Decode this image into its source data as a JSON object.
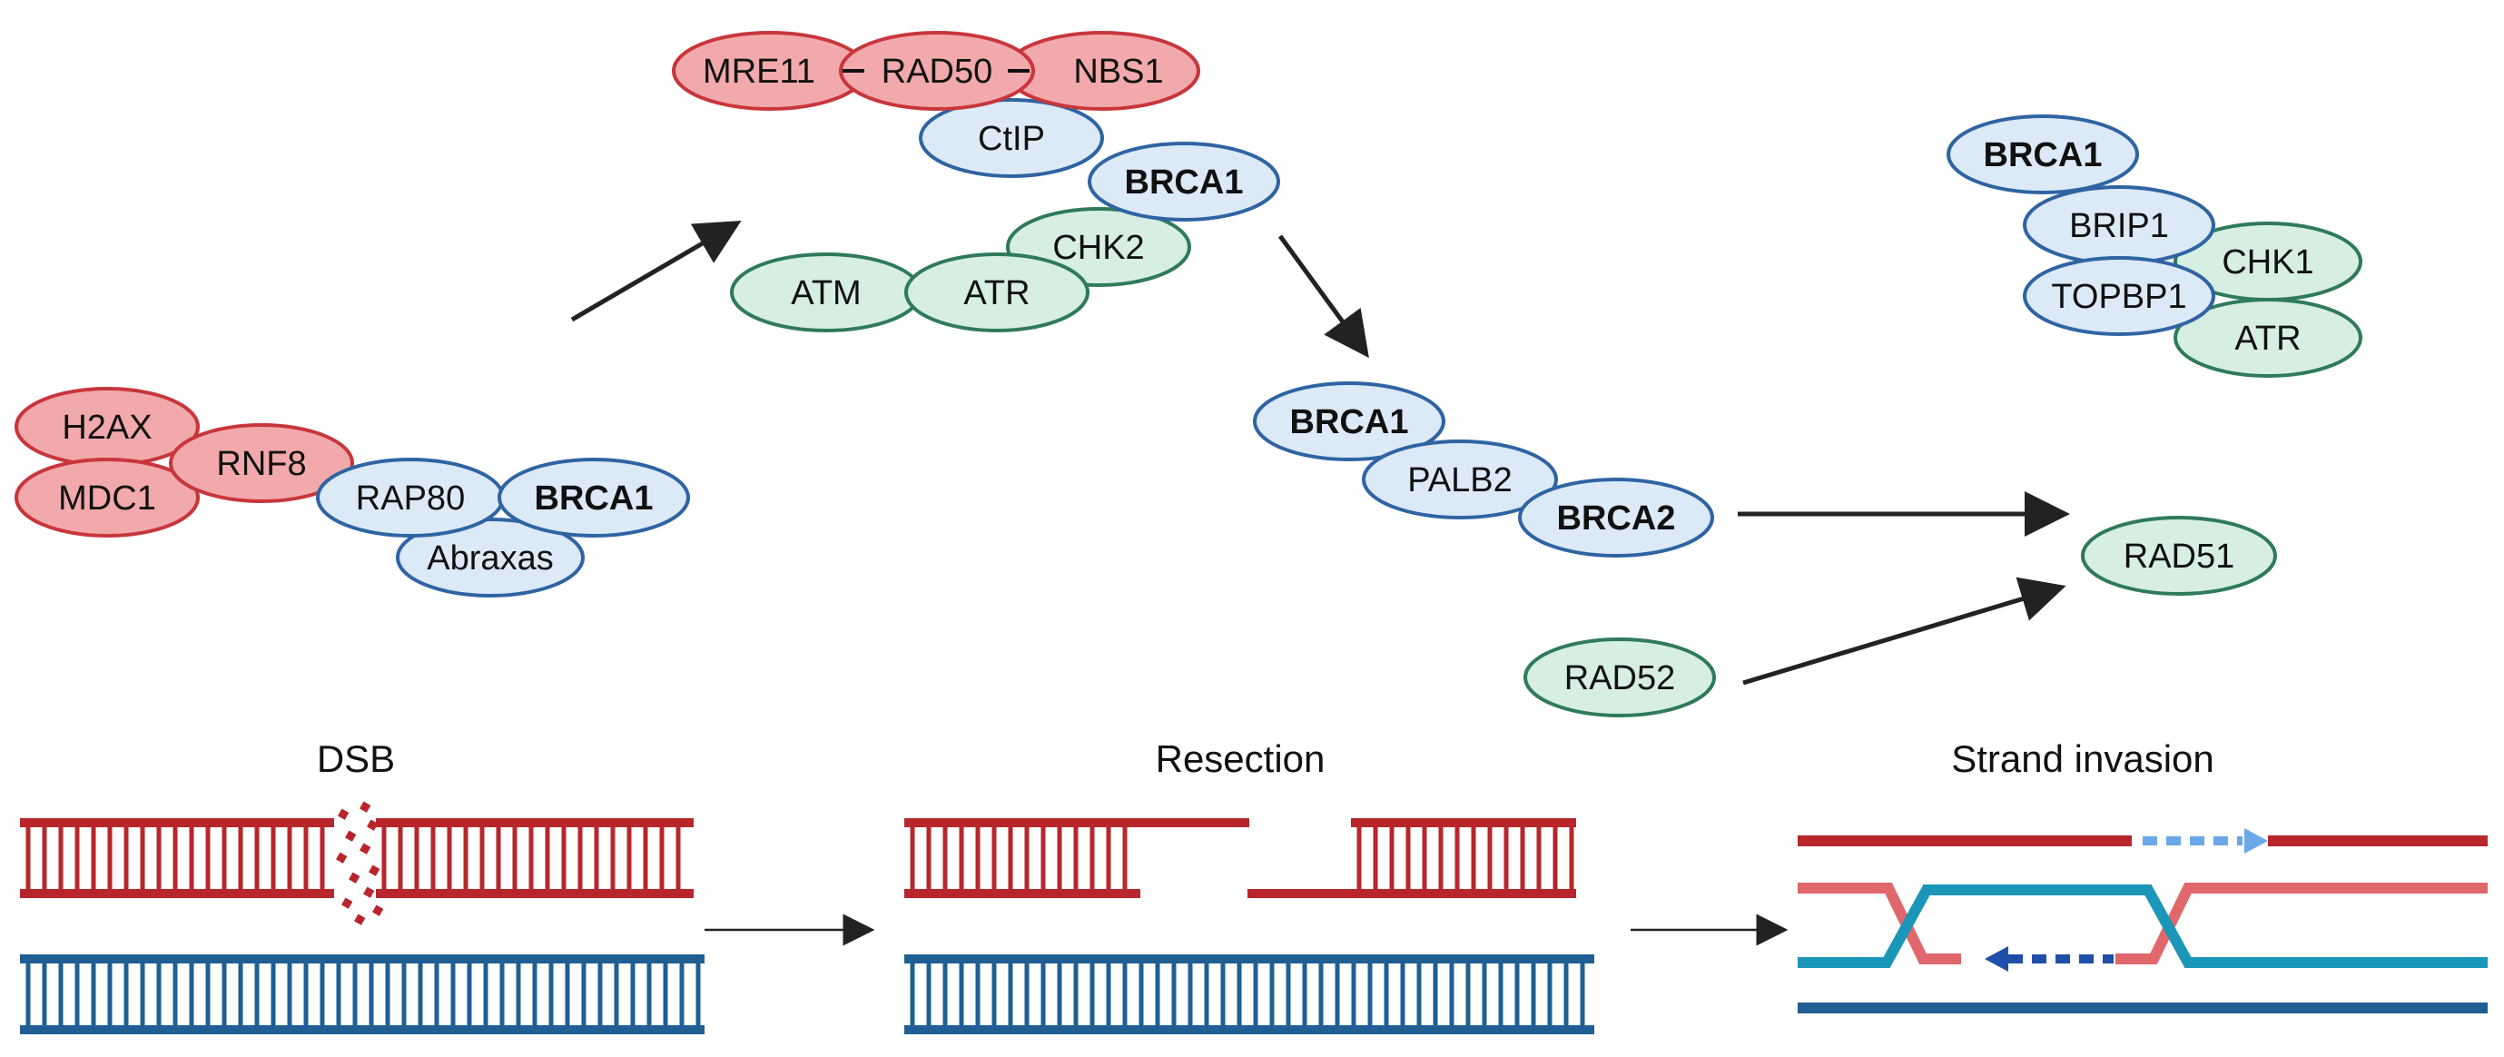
{
  "colors": {
    "red_fill": "#f2a9ab",
    "red_stroke": "#c8363b",
    "blue_fill": "#dce9f7",
    "blue_stroke": "#2f64a3",
    "green_fill": "#d7eee3",
    "green_stroke": "#2f7a5a",
    "dna_red": "#b8262c",
    "dna_red_light": "#e0676b",
    "dna_blue": "#1f5f93",
    "dna_cyan": "#1a96b8",
    "dash_light_blue": "#6aa8e8",
    "dash_dark_blue": "#1f4fa8"
  },
  "complexes": {
    "recruitment": {
      "h2ax": "H2AX",
      "rnf8": "RNF8",
      "mdc1": "MDC1",
      "rap80": "RAP80",
      "brca1": "BRCA1",
      "abraxas": "Abraxas"
    },
    "mrn": {
      "mre11": "MRE11",
      "rad50": "RAD50",
      "nbs1": "NBS1",
      "ctip": "CtIP",
      "brca1": "BRCA1",
      "atm": "ATM",
      "atr": "ATR",
      "chk2": "CHK2"
    },
    "brip1": {
      "brca1": "BRCA1",
      "brip1": "BRIP1",
      "chk1": "CHK1",
      "topbp1": "TOPBP1",
      "atr": "ATR"
    },
    "palb2": {
      "brca1": "BRCA1",
      "palb2": "PALB2",
      "brca2": "BRCA2"
    },
    "rad51": "RAD51",
    "rad52": "RAD52"
  },
  "stages": {
    "dsb": "DSB",
    "resection": "Resection",
    "strand_invasion": "Strand invasion"
  }
}
